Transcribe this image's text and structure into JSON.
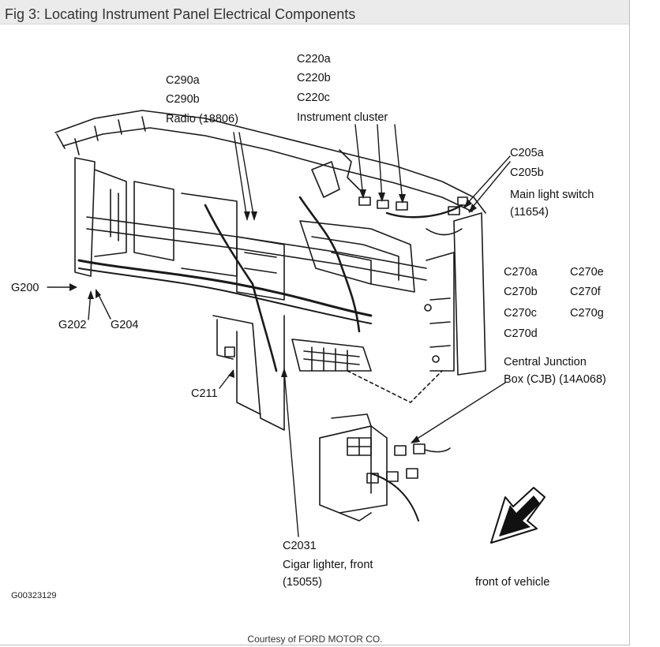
{
  "figure": {
    "title": "Fig 3: Locating Instrument Panel Electrical Components",
    "code": "G00323129",
    "courtesy": "Courtesy of FORD MOTOR CO."
  },
  "labels": {
    "c290a": "C290a",
    "c290b": "C290b",
    "radio": "Radio (18806)",
    "c220a": "C220a",
    "c220b": "C220b",
    "c220c": "C220c",
    "instrument_cluster": "Instrument cluster",
    "c205a": "C205a",
    "c205b": "C205b",
    "main_light_switch": "Main light switch",
    "main_light_switch_num": "(11654)",
    "c270a": "C270a",
    "c270b": "C270b",
    "c270c": "C270c",
    "c270d": "C270d",
    "c270e": "C270e",
    "c270f": "C270f",
    "c270g": "C270g",
    "cjb_line1": "Central Junction",
    "cjb_line2": "Box (CJB) (14A068)",
    "g200": "G200",
    "g202": "G202",
    "g204": "G204",
    "c211": "C211",
    "c2031": "C2031",
    "cigar_lighter": "Cigar lighter, front",
    "cigar_lighter_num": "(15055)",
    "front_of_vehicle": "front of vehicle"
  }
}
